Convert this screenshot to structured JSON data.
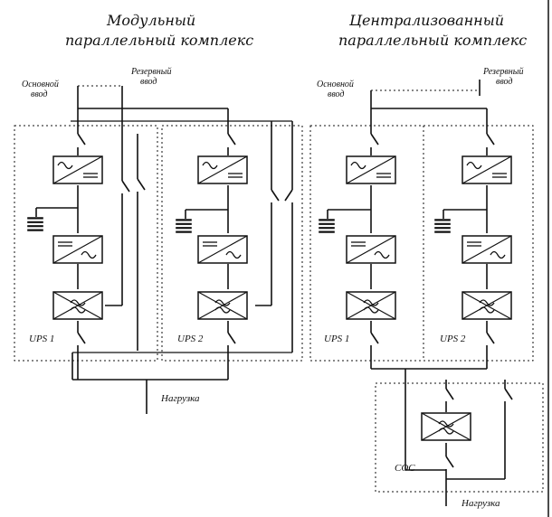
{
  "left": {
    "title_line1": "Модульный",
    "title_line2": "параллельный комплекс",
    "main_input": "Основной",
    "main_input2": "ввод",
    "reserve_input": "Резервный",
    "reserve_input2": "ввод",
    "ups1": "UPS 1",
    "ups2": "UPS 2",
    "load": "Нагрузка"
  },
  "right": {
    "title_line1": "Централизованный",
    "title_line2": "параллельный комплекс",
    "main_input": "Основной",
    "main_input2": "ввод",
    "reserve_input": "Резервный",
    "reserve_input2": "ввод",
    "ups1": "UPS 1",
    "ups2": "UPS 2",
    "soc": "СОС",
    "load": "Нагрузка"
  }
}
